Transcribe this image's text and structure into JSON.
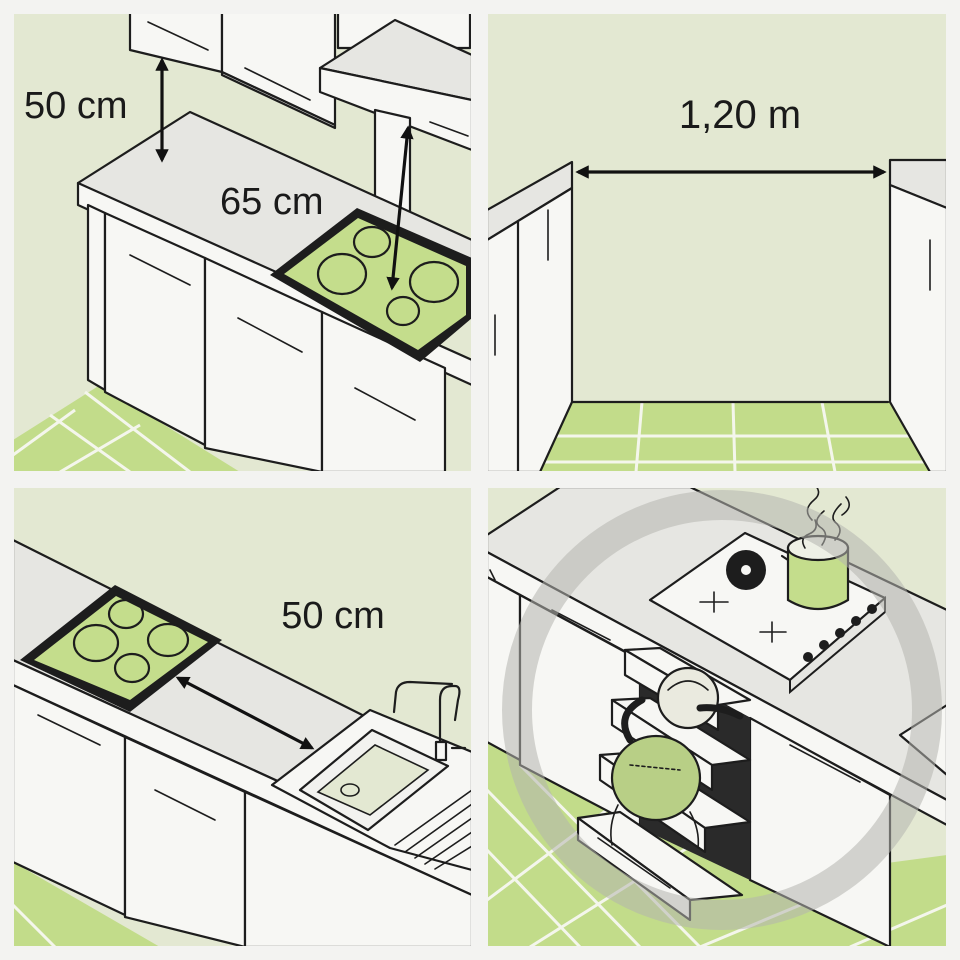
{
  "panels": {
    "wall_cabinet_gap": {
      "label": "50 cm"
    },
    "hood_height": {
      "label": "65 cm"
    },
    "aisle_width": {
      "label": "1,20 m"
    },
    "hob_sink_distance": {
      "label": "50 cm"
    }
  },
  "colors": {
    "wall": "#e3e8d2",
    "floor": "#c2dc8a",
    "hob_surface": "#c4dd8c",
    "cabinet": "#f7f7f4",
    "countertop": "#e6e6e2",
    "highlight_ring": "#b4b4ae",
    "outline": "#1d1d1d"
  }
}
